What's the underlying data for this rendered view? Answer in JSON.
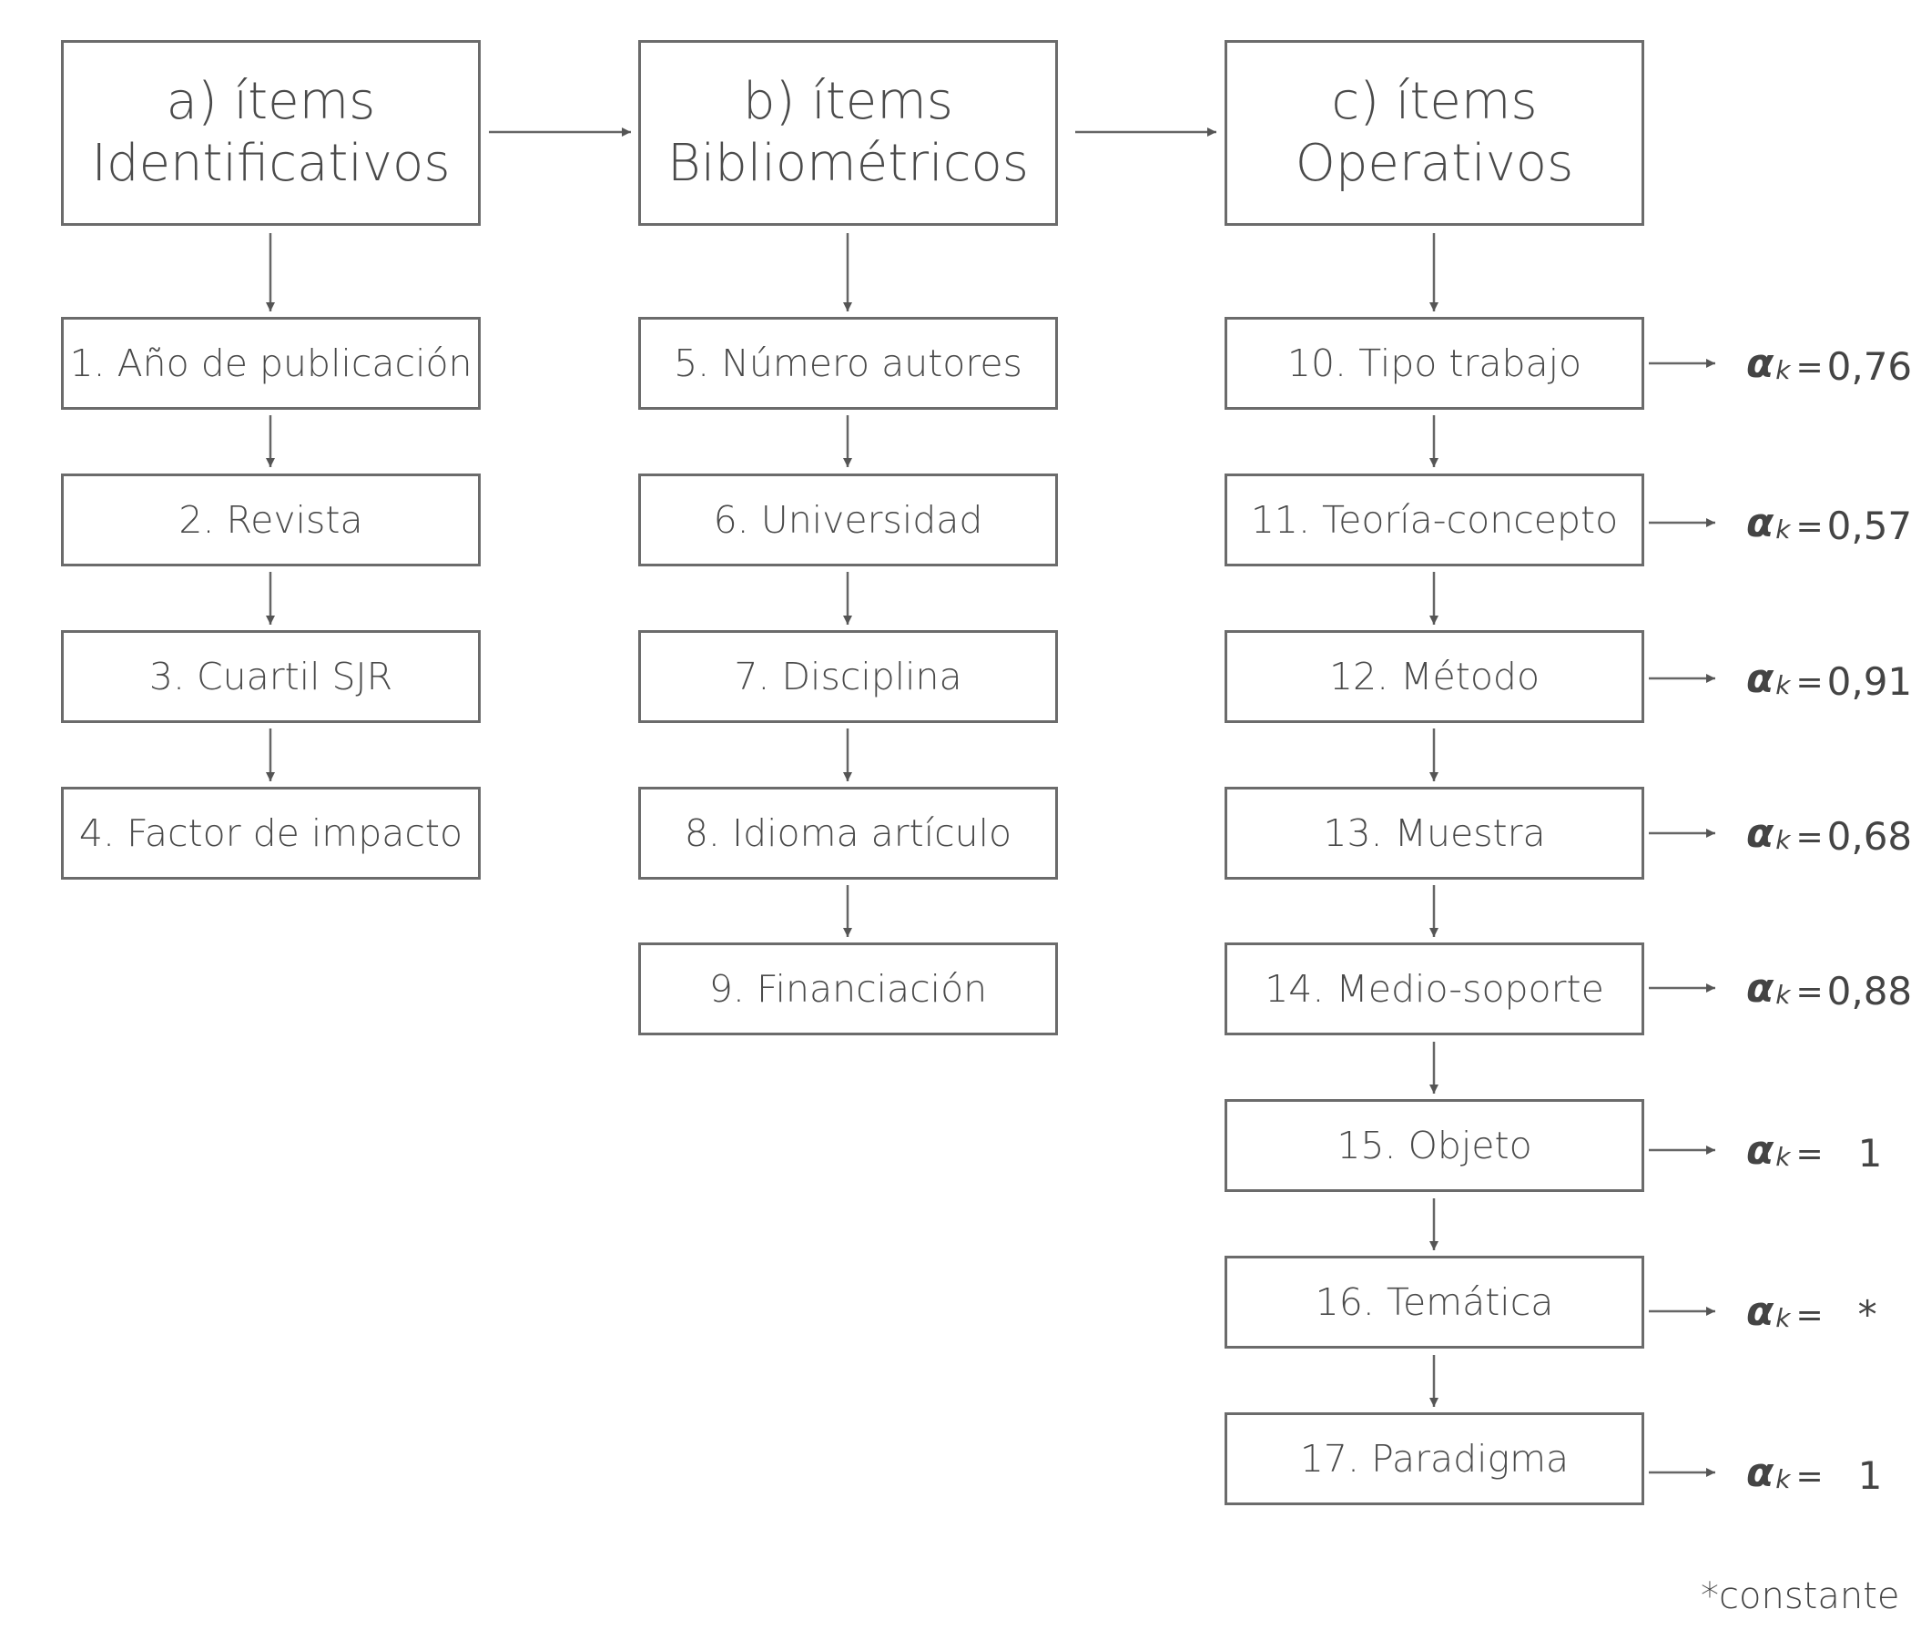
{
  "columns": [
    {
      "header_line1": "a) ítems",
      "header_line2": "Identificativos",
      "items": [
        "1. Año de publicación",
        "2. Revista",
        "3. Cuartil SJR",
        "4. Factor de impacto"
      ]
    },
    {
      "header_line1": "b) ítems",
      "header_line2": "Bibliométricos",
      "items": [
        "5. Número autores",
        "6. Universidad",
        "7. Disciplina",
        "8. Idioma artículo",
        "9. Financiación"
      ]
    },
    {
      "header_line1": "c) ítems",
      "header_line2": "Operativos",
      "items": [
        "10. Tipo trabajo",
        "11. Teoría-concepto",
        "12. Método",
        "13. Muestra",
        "14. Medio-soporte",
        "15. Objeto",
        "16. Temática",
        "17. Paradigma"
      ]
    }
  ],
  "alpha": {
    "symbol": "α",
    "subscript": "k",
    "equals": "=",
    "values": [
      "0,76",
      "0,57",
      "0,91",
      "0,68",
      "0,88",
      "1",
      "*",
      "1"
    ]
  },
  "footnote": "*constante"
}
